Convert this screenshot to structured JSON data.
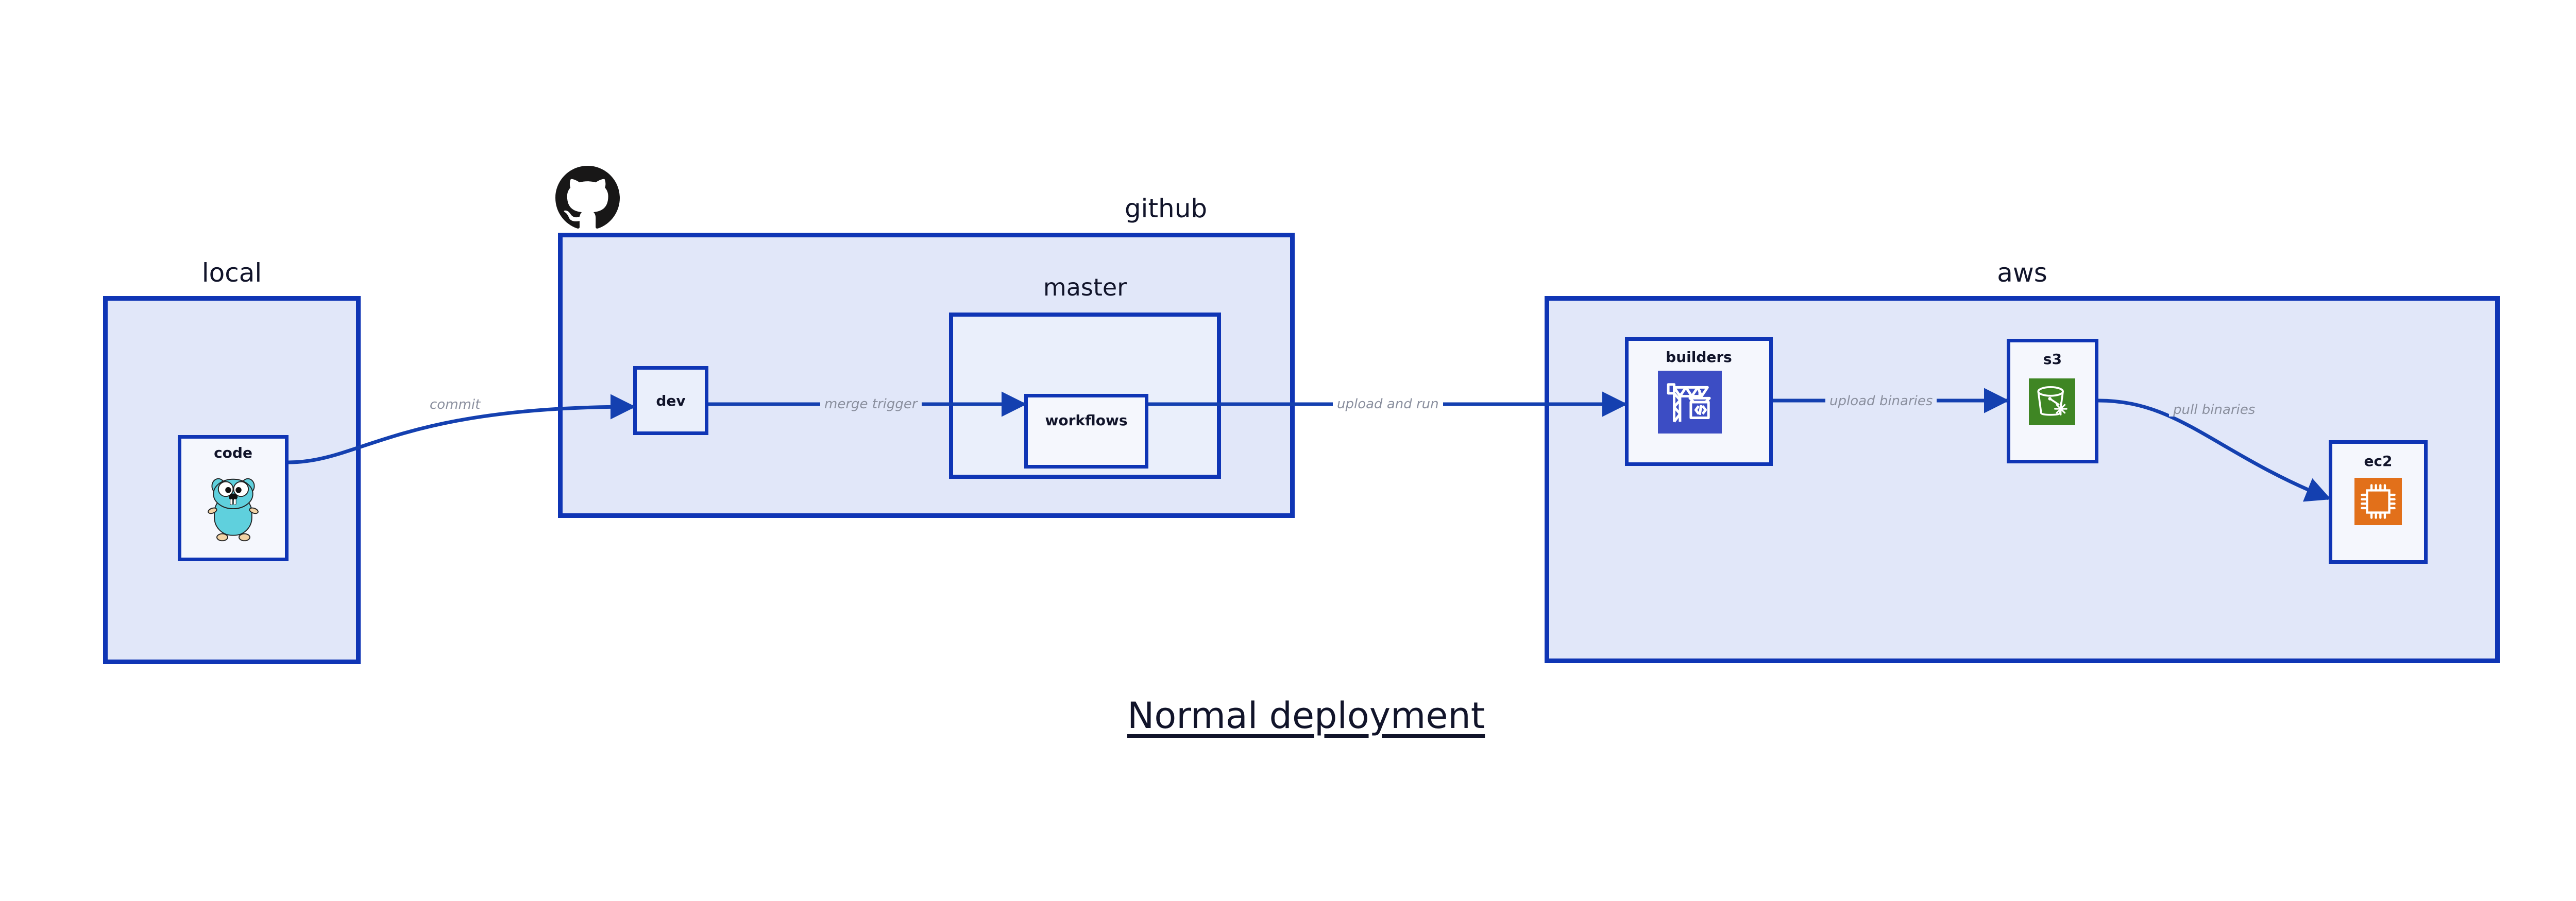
{
  "diagram": {
    "title": "Normal deployment",
    "groups": [
      {
        "id": "local",
        "label": "local"
      },
      {
        "id": "github",
        "label": "github"
      },
      {
        "id": "aws",
        "label": "aws"
      }
    ],
    "subgroups": [
      {
        "id": "master",
        "label": "master",
        "parent": "github"
      }
    ],
    "nodes": [
      {
        "id": "code",
        "label": "code",
        "group": "local",
        "icon": "go-gopher-icon"
      },
      {
        "id": "dev",
        "label": "dev",
        "group": "github",
        "icon": "none"
      },
      {
        "id": "workflows",
        "label": "workflows",
        "group": "master",
        "icon": "none"
      },
      {
        "id": "builders",
        "label": "builders",
        "group": "aws",
        "icon": "aws-codebuild-icon"
      },
      {
        "id": "s3",
        "label": "s3",
        "group": "aws",
        "icon": "aws-s3-glacier-icon"
      },
      {
        "id": "ec2",
        "label": "ec2",
        "group": "aws",
        "icon": "aws-ec2-chip-icon"
      }
    ],
    "edges": [
      {
        "id": "commit",
        "label": "commit",
        "from": "code",
        "to": "dev"
      },
      {
        "id": "merge-trigger",
        "label": "merge trigger",
        "from": "dev",
        "to": "workflows"
      },
      {
        "id": "upload-and-run",
        "label": "upload and run",
        "from": "workflows",
        "to": "builders"
      },
      {
        "id": "upload-binaries",
        "label": "upload binaries",
        "from": "builders",
        "to": "s3"
      },
      {
        "id": "pull-binaries",
        "label": "pull binaries",
        "from": "s3",
        "to": "ec2"
      }
    ],
    "icons": {
      "github_logo": "github-octocat-logo"
    },
    "colors": {
      "border_blue": "#0f35b5",
      "group_fill": "#e1e7f9",
      "node_fill": "#eaeffb",
      "node_fill_white": "#f5f7fd",
      "edge_label_gray": "#8a8f9e",
      "text_dark": "#11142a",
      "codebuild_blue": "#3c4dc4",
      "s3_green": "#3f8624",
      "ec2_orange": "#e2701a",
      "gopher_cyan": "#5fd0dd",
      "github_black": "#181717"
    }
  }
}
